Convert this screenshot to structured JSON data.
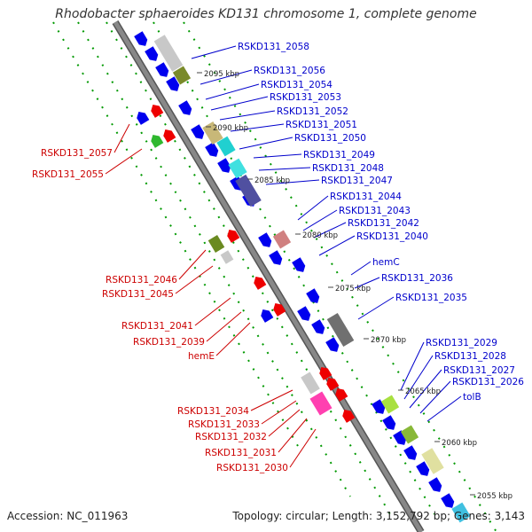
{
  "title": "Rhodobacter sphaeroides KD131 chromosome 1, complete genome",
  "footer": {
    "accession_label": "Accession:",
    "accession": "NC_011963",
    "topology_label": "Topology:",
    "topology": "circular",
    "length_label": "Length:",
    "length": "3,152,792 bp",
    "genes_label": "Genes:",
    "genes": "3,143"
  },
  "colors": {
    "forward_label": "#0000cc",
    "reverse_label": "#cc0000",
    "forward_feature": "#0000ee",
    "reverse_feature": "#ee0000",
    "backbone": "#888888",
    "dotted_track": "#009900"
  },
  "scale_ticks": [
    "2095 kbp",
    "2090 kbp",
    "2085 kbp",
    "2080 kbp",
    "2075 kbp",
    "2070 kbp",
    "2065 kbp",
    "2060 kbp",
    "2055 kbp"
  ],
  "forward_labels": [
    "RSKD131_2058",
    "RSKD131_2056",
    "RSKD131_2054",
    "RSKD131_2053",
    "RSKD131_2052",
    "RSKD131_2051",
    "RSKD131_2050",
    "RSKD131_2049",
    "RSKD131_2048",
    "RSKD131_2047",
    "RSKD131_2044",
    "RSKD131_2043",
    "RSKD131_2042",
    "RSKD131_2040",
    "hemC",
    "RSKD131_2036",
    "RSKD131_2035",
    "RSKD131_2029",
    "RSKD131_2028",
    "RSKD131_2027",
    "RSKD131_2026",
    "tolB"
  ],
  "reverse_labels": [
    "RSKD131_2057",
    "RSKD131_2055",
    "RSKD131_2046",
    "RSKD131_2045",
    "RSKD131_2041",
    "RSKD131_2039",
    "hemE",
    "RSKD131_2034",
    "RSKD131_2033",
    "RSKD131_2032",
    "RSKD131_2031",
    "RSKD131_2030"
  ]
}
